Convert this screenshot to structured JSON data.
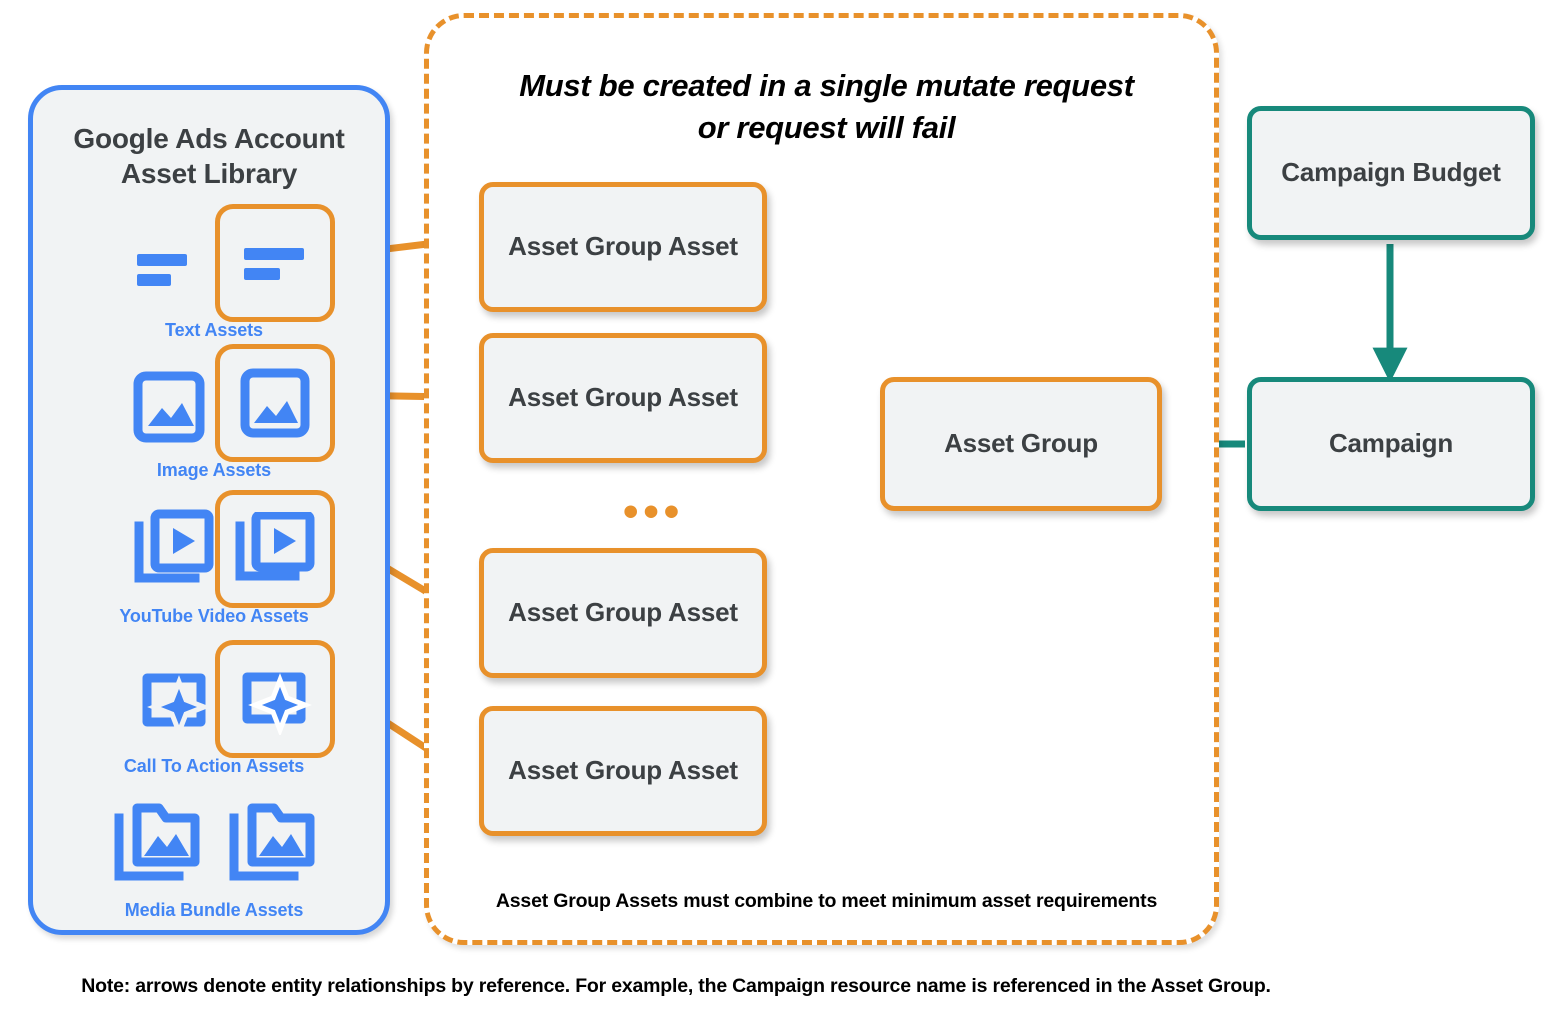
{
  "library": {
    "title": "Google Ads Account\nAsset Library",
    "title_line1": "Google Ads Account",
    "title_line2": "Asset Library",
    "accent_color": "#4285f4",
    "assets": [
      {
        "label": "Text Assets",
        "icon": "text-lines-icon"
      },
      {
        "label": "Image Assets",
        "icon": "image-icon"
      },
      {
        "label": "YouTube Video  Assets",
        "icon": "video-stack-icon"
      },
      {
        "label": "Call To Action Assets",
        "icon": "call-to-action-icon"
      },
      {
        "label": "Media Bundle  Assets",
        "icon": "media-bundle-folder-icon"
      }
    ]
  },
  "mutate_group": {
    "title_line1": "Must be created in a single mutate request",
    "title_line2": "or request will fail",
    "footnote": "Asset Group Assets must combine to meet minimum asset requirements",
    "accent_color": "#e8912b",
    "asset_group_assets": [
      {
        "label": "Asset Group Asset"
      },
      {
        "label": "Asset Group Asset"
      },
      {
        "label": "Asset Group Asset"
      },
      {
        "label": "Asset Group Asset"
      }
    ],
    "ellipsis": "•••"
  },
  "nodes": {
    "asset_group": {
      "label": "Asset Group",
      "color": "#e8912b"
    },
    "campaign_budget": {
      "label": "Campaign Budget",
      "color": "#17897b"
    },
    "campaign": {
      "label": "Campaign",
      "color": "#17897b"
    }
  },
  "note": "Note: arrows denote entity relationships by reference. For example, the Campaign resource name is referenced in the Asset Group.",
  "colors": {
    "orange": "#e8912b",
    "teal": "#17897b",
    "blue": "#4285f4",
    "node_fill": "#f1f3f4",
    "text_dark": "#3c4043"
  }
}
